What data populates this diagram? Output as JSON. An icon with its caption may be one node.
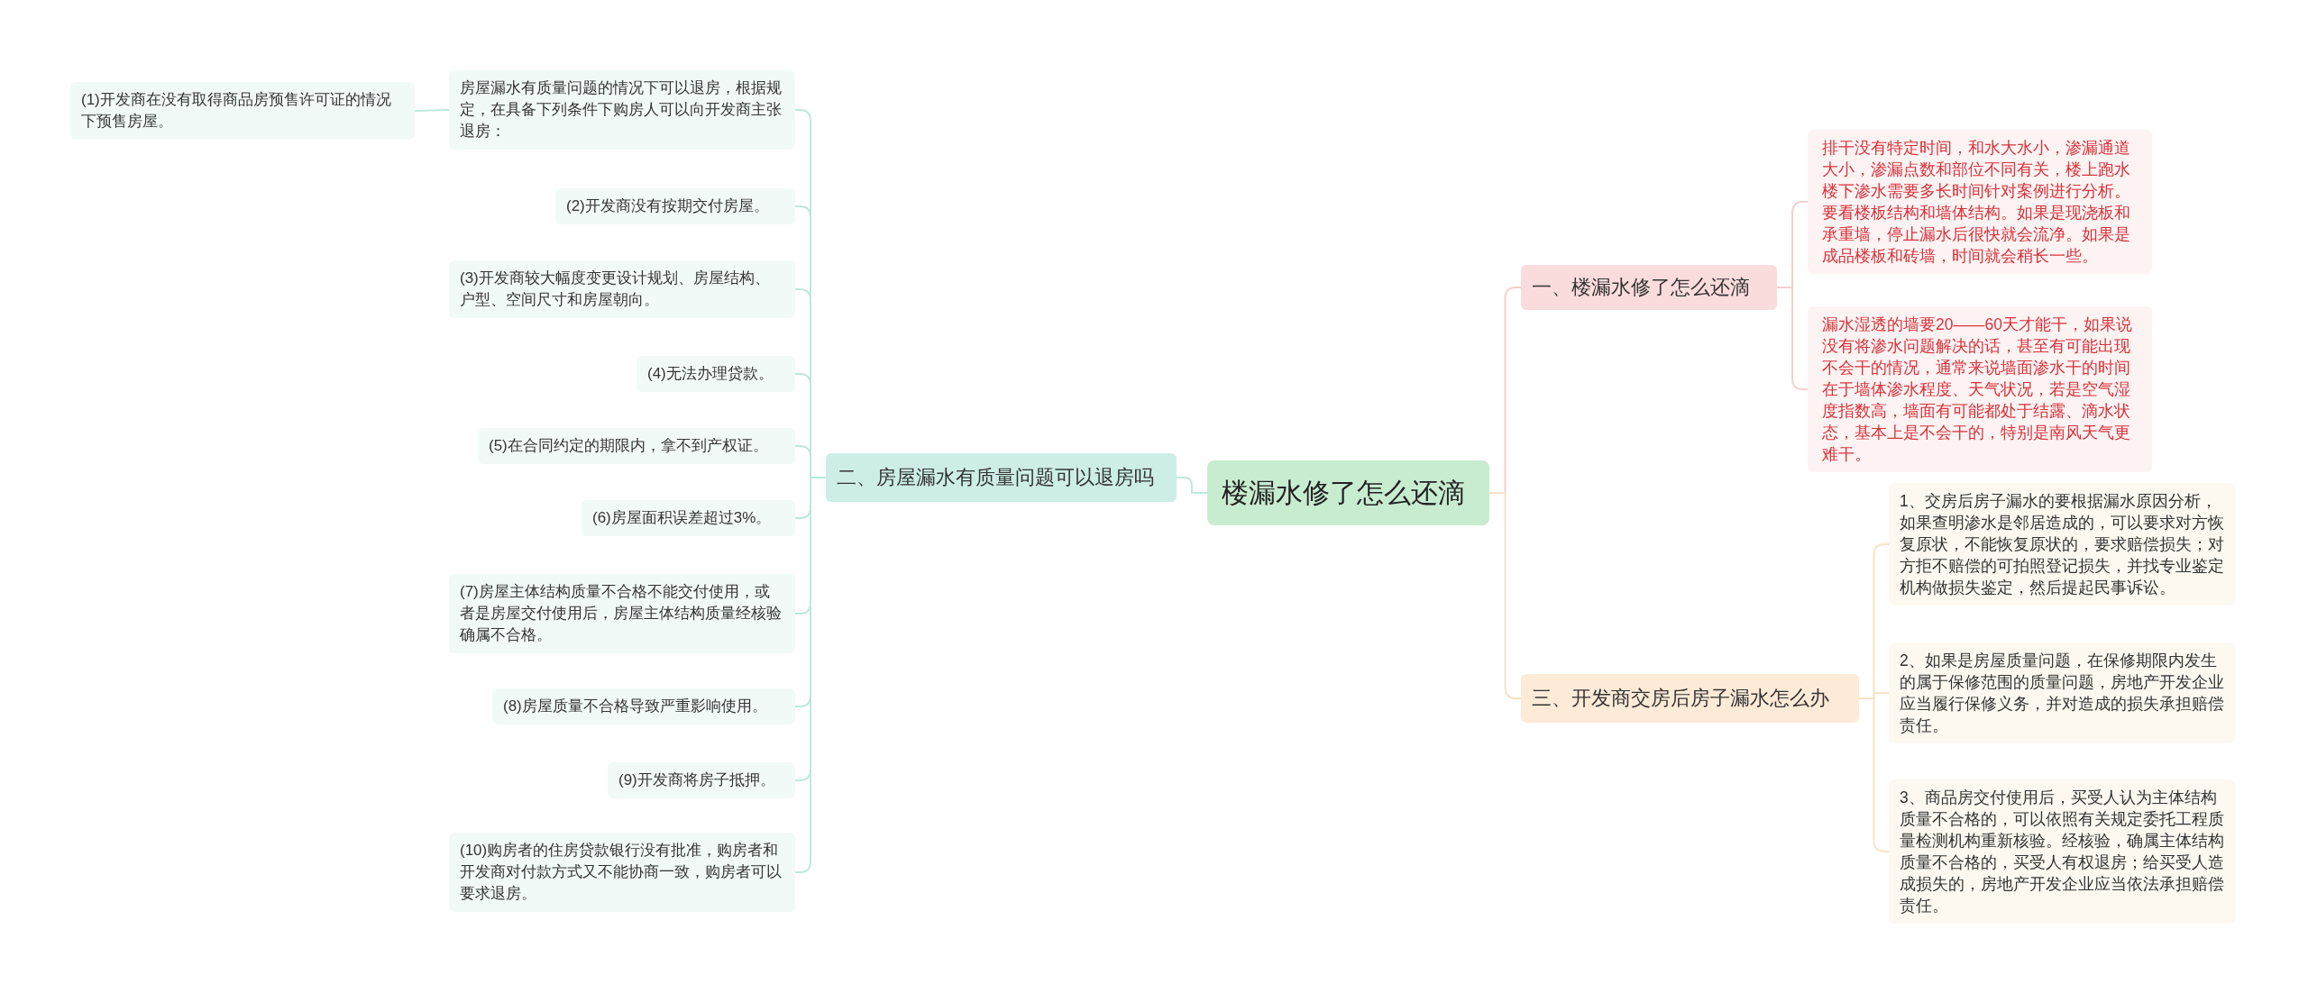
{
  "diagram": {
    "nodes": [
      {
        "text": [
          "楼漏水修了怎么还滴"
        ]
      },
      {
        "text": [
          "二、房屋漏水有质量问题可以退房吗"
        ]
      },
      {
        "text": [
          "房屋漏水有质量问题的情况下可以退房，根据规定，在具备下列条件下购房人可以向开发商主张退房："
        ]
      },
      {
        "text": [
          "(1)开发商在没有取得商品房预售许可证的情况下预售房屋。"
        ]
      },
      {
        "text": [
          "(2)开发商没有按期交付房屋。"
        ]
      },
      {
        "text": [
          "(3)开发商较大幅度变更设计规划、房屋结构、户型、空间尺寸和房屋朝向。"
        ]
      },
      {
        "text": [
          "(4)无法办理贷款。"
        ]
      },
      {
        "text": [
          "(5)在合同约定的期限内，拿不到产权证。"
        ]
      },
      {
        "text": [
          "(6)房屋面积误差超过3%。"
        ]
      },
      {
        "text": [
          "(7)房屋主体结构质量不合格不能交付使用，或者是房屋交付使用后，房屋主体结构质量经核验确属不合格。"
        ]
      },
      {
        "text": [
          "(8)房屋质量不合格导致严重影响使用。"
        ]
      },
      {
        "text": [
          "(9)开发商将房子抵押。"
        ]
      },
      {
        "text": [
          "(10)购房者的住房贷款银行没有批准，购房者和开发商对付款方式又不能协商一致，购房者可以要求退房。"
        ]
      },
      {
        "text": [
          "一、楼漏水修了怎么还滴"
        ]
      },
      {
        "text": [
          "排干没有特定时间，和水大水小，渗漏通道大小，渗漏点数和部位不同有关，楼上跑水楼下渗水需要多长时间针对案例进行分析。要看楼板结构和墙体结构。如果是现浇板和承重墙，停止漏水后很快就会流净。如果是成品楼板和砖墙，时间就会稍长一些。"
        ]
      },
      {
        "text": [
          "漏水湿透的墙要20——60天才能干，如果说没有将渗水问题解决的话，甚至有可能出现不会干的情况，通常来说墙面渗水干的时间在于墙体渗水程度、天气状况，若是空气湿度指数高，墙面有可能都处于结露、滴水状态，基本上是不会干的，特别是南风天气更难干。"
        ]
      },
      {
        "text": [
          "三、开发商交房后房子漏水怎么办"
        ]
      },
      {
        "text": [
          "1、交房后房子漏水的要根据漏水原因分析，如果查明渗水是邻居造成的，可以要求对方恢复原状，不能恢复原状的，要求赔偿损失；对方拒不赔偿的可拍照登记损失，并找专业鉴定机构做损失鉴定，然后提起民事诉讼。"
        ]
      },
      {
        "text": [
          "2、如果是房屋质量问题，在保修期限内发生的属于保修范围的质量问题，房地产开发企业应当履行保修义务，并对造成的损失承担赔偿责任。"
        ]
      },
      {
        "text": [
          "3、商品房交付使用后，买受人认为主体结构质量不合格的，可以依照有关规定委托工程质量检测机构重新核验。经核验，确属主体结构质量不合格的，买受人有权退房；给买受人造成损失的，房地产开发企业应当依法承担赔偿责任。"
        ]
      }
    ],
    "edges": [
      {
        "from": 0,
        "to": 1,
        "arrow": "none",
        "color": "#bde8df"
      },
      {
        "from": 1,
        "to": 2,
        "arrow": "none",
        "color": "#bde8df"
      },
      {
        "from": 2,
        "to": 3,
        "arrow": "none",
        "color": "#bde8df"
      },
      {
        "from": 1,
        "to": 4,
        "arrow": "none",
        "color": "#bde8df"
      },
      {
        "from": 1,
        "to": 5,
        "arrow": "none",
        "color": "#bde8df"
      },
      {
        "from": 1,
        "to": 6,
        "arrow": "none",
        "color": "#bde8df"
      },
      {
        "from": 1,
        "to": 7,
        "arrow": "none",
        "color": "#bde8df"
      },
      {
        "from": 1,
        "to": 8,
        "arrow": "none",
        "color": "#bde8df"
      },
      {
        "from": 1,
        "to": 9,
        "arrow": "none",
        "color": "#bde8df"
      },
      {
        "from": 1,
        "to": 10,
        "arrow": "none",
        "color": "#bde8df"
      },
      {
        "from": 1,
        "to": 11,
        "arrow": "none",
        "color": "#bde8df"
      },
      {
        "from": 1,
        "to": 12,
        "arrow": "none",
        "color": "#bde8df"
      },
      {
        "from": 0,
        "to": 13,
        "arrow": "none",
        "color": "#f6cfcf"
      },
      {
        "from": 13,
        "to": 14,
        "arrow": "none",
        "color": "#f6cfcf"
      },
      {
        "from": 13,
        "to": 15,
        "arrow": "none",
        "color": "#f6cfcf"
      },
      {
        "from": 0,
        "to": 16,
        "arrow": "none",
        "color": "#f8e3c8"
      },
      {
        "from": 16,
        "to": 17,
        "arrow": "none",
        "color": "#f8e3c8"
      },
      {
        "from": 16,
        "to": 18,
        "arrow": "none",
        "color": "#f8e3c8"
      },
      {
        "from": 16,
        "to": 19,
        "arrow": "none",
        "color": "#f8e3c8"
      }
    ]
  }
}
